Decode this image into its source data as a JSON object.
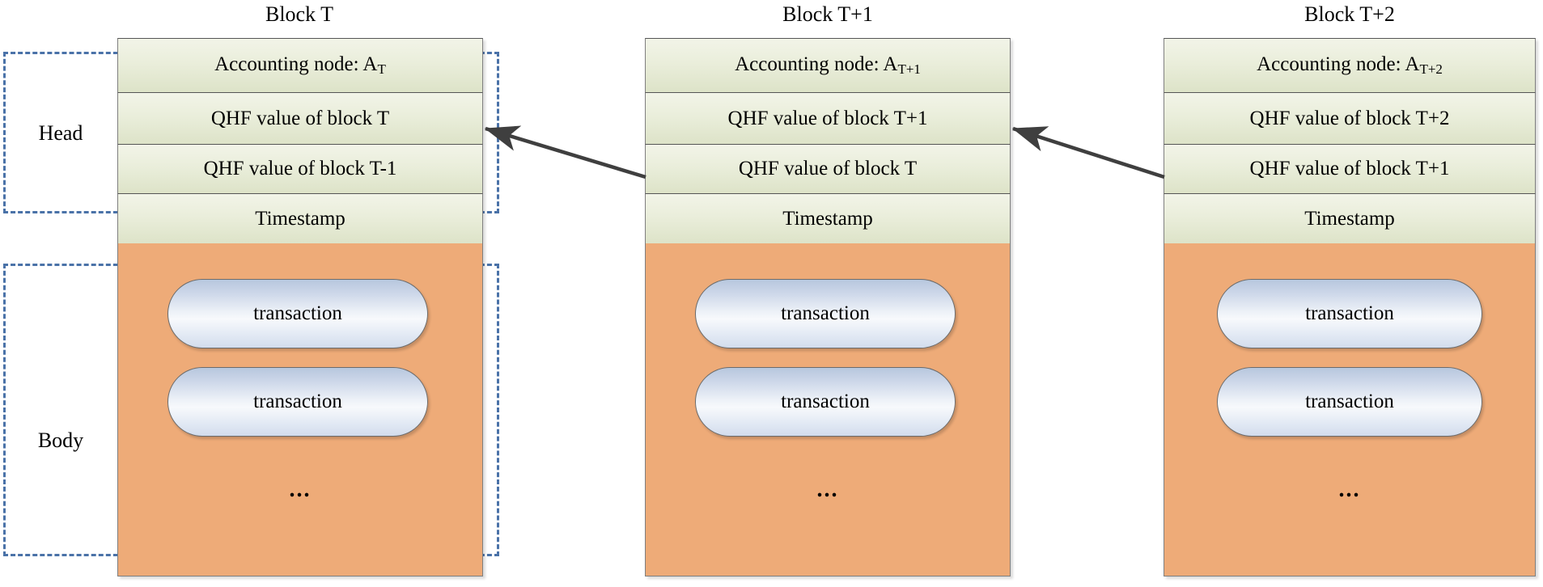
{
  "diagram": {
    "title": "Blockchain block structure (Block T, T+1, T+2)",
    "colors": {
      "head_fill_top": "#f2f4e8",
      "head_fill_bottom": "#dde3c8",
      "head_border": "#7f7f7f",
      "body_fill": "#eeab78",
      "transaction_fill_top": "#b7c7de",
      "transaction_fill_bottom": "#d2dcec",
      "transaction_border": "#6b6b6b",
      "dashed_box_border": "#4a72a8",
      "arrow_color": "#3f3f3f",
      "text_color": "#000000"
    }
  },
  "groups": [
    {
      "label": "Head"
    },
    {
      "label": "Body"
    }
  ],
  "blocks": [
    {
      "title": "Block T",
      "head_rows": [
        {
          "text": "Accounting node: A",
          "sub": "T"
        },
        {
          "text": "QHF value of block T",
          "sub": ""
        },
        {
          "text": "QHF value of block T-1",
          "sub": ""
        },
        {
          "text": "Timestamp",
          "sub": ""
        }
      ],
      "transactions": [
        "transaction",
        "transaction"
      ],
      "ellipsis": "..."
    },
    {
      "title": "Block T+1",
      "head_rows": [
        {
          "text": "Accounting node: A",
          "sub": "T+1"
        },
        {
          "text": "QHF value of block T+1",
          "sub": ""
        },
        {
          "text": "QHF value of block T",
          "sub": ""
        },
        {
          "text": "Timestamp",
          "sub": ""
        }
      ],
      "transactions": [
        "transaction",
        "transaction"
      ],
      "ellipsis": "..."
    },
    {
      "title": "Block T+2",
      "head_rows": [
        {
          "text": "Accounting node: A",
          "sub": "T+2"
        },
        {
          "text": "QHF value of block T+2",
          "sub": ""
        },
        {
          "text": "QHF value of block T+1",
          "sub": ""
        },
        {
          "text": "Timestamp",
          "sub": ""
        }
      ],
      "transactions": [
        "transaction",
        "transaction"
      ],
      "ellipsis": "..."
    }
  ],
  "arrows": [
    {
      "from_block": "Block T+1",
      "to_block": "Block T",
      "meaning": "previous-block-hash-link"
    },
    {
      "from_block": "Block T+2",
      "to_block": "Block T+1",
      "meaning": "previous-block-hash-link"
    }
  ]
}
